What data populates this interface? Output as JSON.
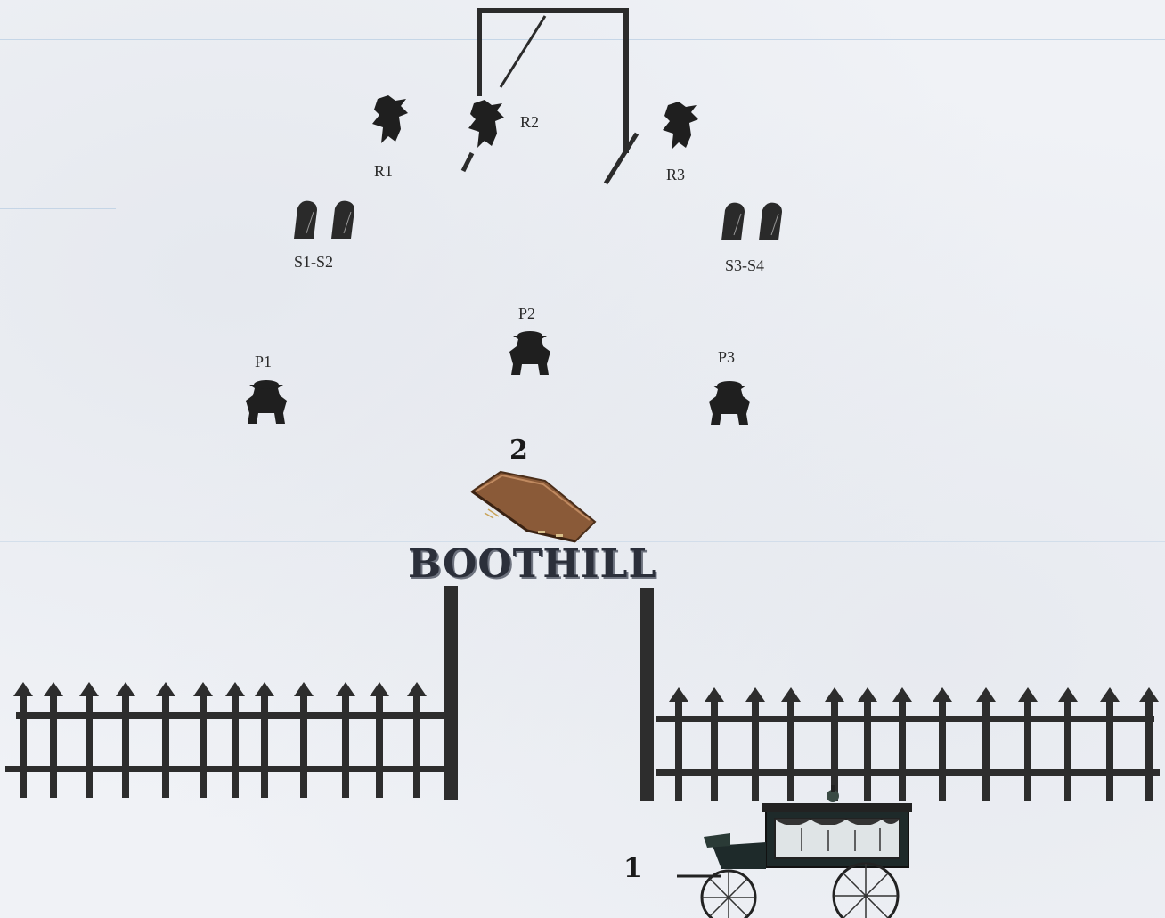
{
  "title_sign": "BOOTHILL",
  "markers": {
    "start": "1",
    "coffin": "2"
  },
  "labels": {
    "r1": "R1",
    "r2": "R2",
    "r3": "R3",
    "s1_s2": "S1-S2",
    "s3_s4": "S3-S4",
    "p1": "P1",
    "p2": "P2",
    "p3": "P3"
  },
  "colors": {
    "silhouette": "#1f1f1f",
    "fence": "#2d2d2d",
    "coffin": "#8a5a38",
    "paper": "#f0f2f6"
  },
  "icons": {
    "gallows": "gallows-icon",
    "rider": "cowboy-silhouette-icon",
    "tombstone": "tombstone-icon",
    "gunslinger": "crouching-gunslinger-icon",
    "coffin": "coffin-icon",
    "hearse": "hearse-carriage-icon",
    "fence": "iron-fence-icon"
  }
}
